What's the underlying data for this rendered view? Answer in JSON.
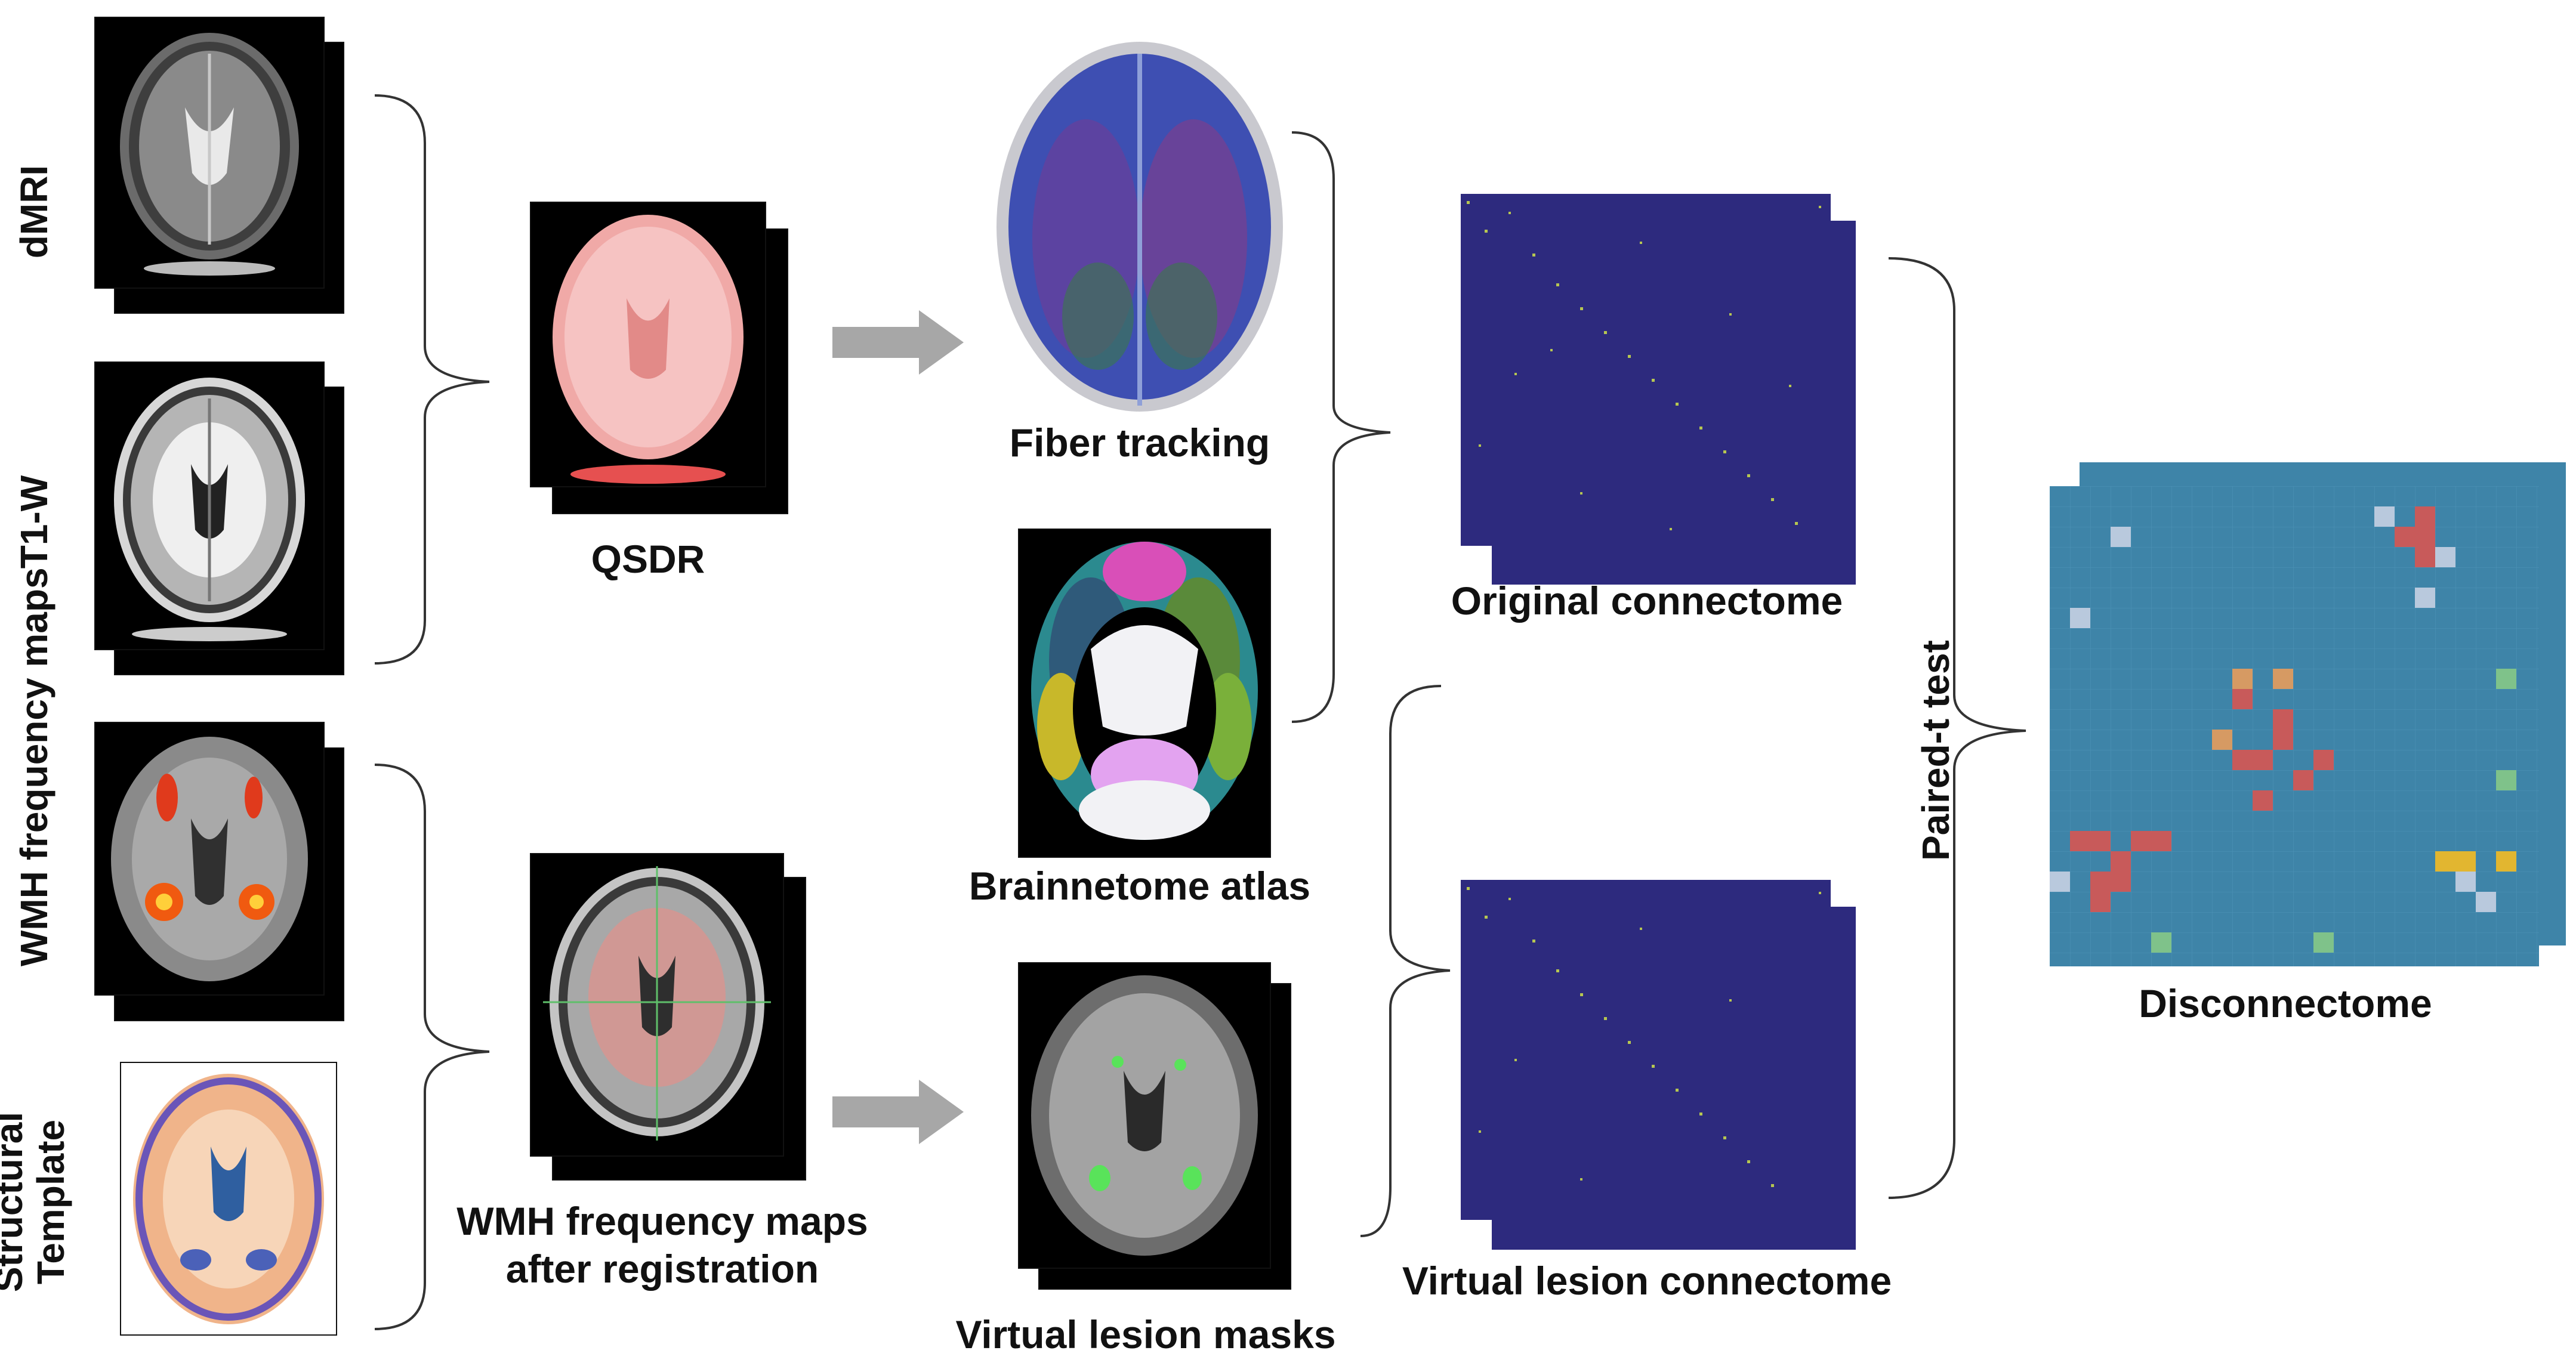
{
  "labels": {
    "dmri": "dMRI",
    "t1w": "T1-W",
    "wmh_freq": "WMH frequency maps",
    "structural_template": "Structural\nTemplate",
    "qsdr": "QSDR",
    "wmh_after_reg_1": "WMH frequency maps",
    "wmh_after_reg_2": "after registration",
    "fiber_tracking": "Fiber tracking",
    "brainnetome_atlas": "Brainnetome atlas",
    "virtual_lesion_masks": "Virtual lesion masks",
    "original_connectome": "Original connectome",
    "virtual_lesion_connectome": "Virtual lesion connectome",
    "paired_t_test": "Paired-t test",
    "disconnectome": "Disconnectome"
  },
  "icons": {
    "dmri": "brain-dmri-icon",
    "t1w": "brain-t1-icon",
    "wmh": "brain-wmh-icon",
    "template": "brain-template-icon",
    "qsdr": "brain-qsdr-icon",
    "wmh_reg": "brain-wmh-registered-icon",
    "fiber": "fiber-tracking-icon",
    "atlas": "brainnetome-atlas-icon",
    "lesion": "lesion-mask-icon"
  },
  "colors": {
    "arrow": "#a7a7a7",
    "connectome_bg": "#2d2a7e",
    "connectome_dot": "#cfe24a",
    "disconnectome_bg": "#3e84a8",
    "disconnectome_red": "#c85a5a",
    "disconnectome_light": "#b9c9dd",
    "disconnectome_orange": "#d69a63",
    "disconnectome_yellow": "#e2b630",
    "disconnectome_green": "#7fc28a"
  }
}
